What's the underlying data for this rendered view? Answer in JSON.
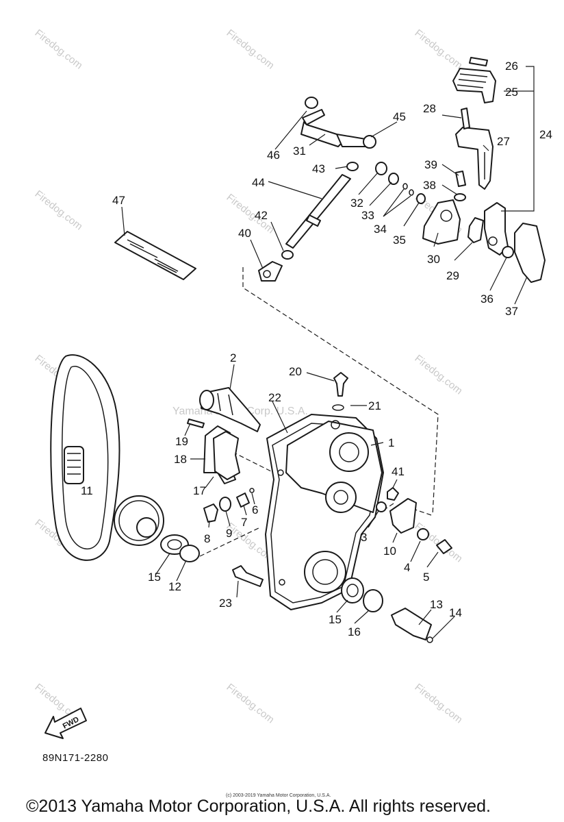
{
  "watermark": {
    "site": "Firedog.com",
    "overlay": "Yamaha Motor Corp. U.S.A."
  },
  "callouts": [
    "1",
    "2",
    "3",
    "4",
    "5",
    "6",
    "7",
    "8",
    "9",
    "10",
    "11",
    "12",
    "13",
    "14",
    "15",
    "15",
    "16",
    "17",
    "18",
    "19",
    "20",
    "21",
    "22",
    "23",
    "24",
    "25",
    "26",
    "27",
    "28",
    "29",
    "30",
    "31",
    "32",
    "33",
    "34",
    "35",
    "36",
    "37",
    "38",
    "39",
    "40",
    "41",
    "42",
    "43",
    "44",
    "45",
    "46",
    "47"
  ],
  "fwd_label": "FWD",
  "part_number": "89N171-2280",
  "tiny_copyright": "(c) 2003-2019 Yamaha Motor Corporation, U.S.A.",
  "footer": "©2013 Yamaha Motor Corporation, U.S.A. All rights reserved."
}
